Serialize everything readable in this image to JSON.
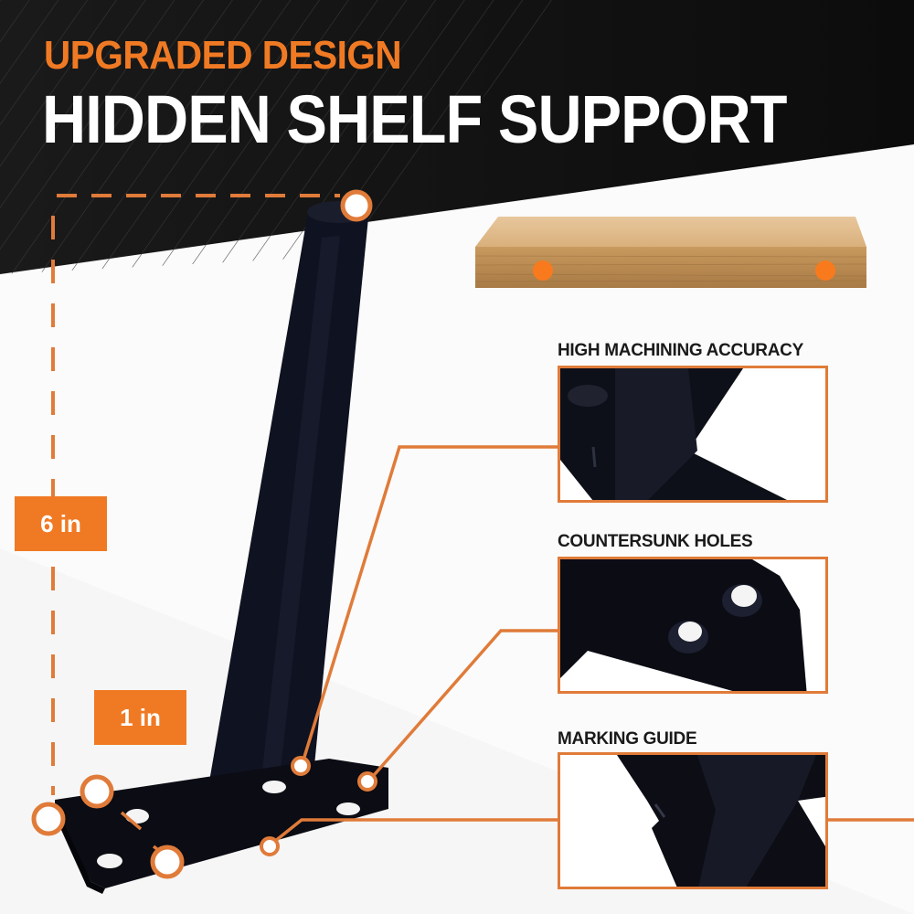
{
  "header": {
    "subtitle": "UPGRADED DESIGN",
    "title": "HIDDEN SHELF SUPPORT"
  },
  "dimensions": {
    "height_label": "6 in",
    "base_label": "1 in"
  },
  "features": [
    {
      "title": "HIGH MACHINING ACCURACY",
      "icon": "bracket-closeup-joint"
    },
    {
      "title": "COUNTERSUNK HOLES",
      "icon": "bracket-closeup-holes"
    },
    {
      "title": "MARKING GUIDE",
      "icon": "bracket-closeup-notch"
    }
  ],
  "colors": {
    "accent": "#f07a24",
    "callout_line": "#e07b39",
    "header_bg": "#141414",
    "product": "#0d0f18",
    "wood": "#c79a62"
  }
}
